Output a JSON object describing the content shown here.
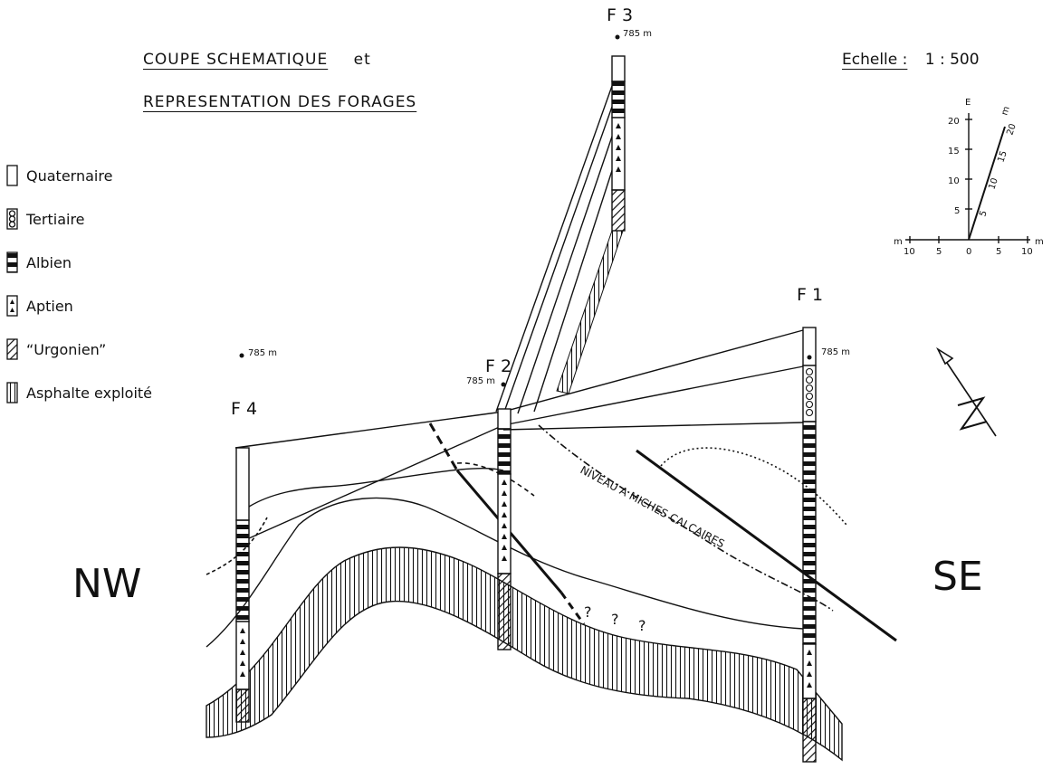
{
  "title": {
    "line1": "COUPE  SCHEMATIQUE",
    "line1_suffix": "et",
    "line2": "REPRESENTATION  DES  FORAGES"
  },
  "scale": {
    "label": "Echelle :",
    "value": "1 : 500",
    "vertical_unit": "E",
    "horizontal_unit": "m",
    "oblique_unit": "m",
    "vertical_ticks": [
      "20",
      "15",
      "10",
      "5"
    ],
    "horizontal_ticks": [
      "10",
      "5",
      "0",
      "5",
      "10"
    ],
    "oblique_ticks": [
      "5",
      "10",
      "15",
      "20"
    ]
  },
  "legend": [
    {
      "pattern": "quaternaire",
      "label": "Quaternaire"
    },
    {
      "pattern": "tertiaire",
      "label": "Tertiaire"
    },
    {
      "pattern": "albien",
      "label": "Albien"
    },
    {
      "pattern": "aptien",
      "label": "Aptien"
    },
    {
      "pattern": "urgonien",
      "label": "“Urgonien”"
    },
    {
      "pattern": "asphalte",
      "label": "Asphalte exploité"
    }
  ],
  "boreholes": {
    "f1": {
      "name": "F 1",
      "elevation": "785 m"
    },
    "f2": {
      "name": "F 2",
      "elevation": "785 m"
    },
    "f3": {
      "name": "F 3",
      "elevation": "785 m"
    },
    "f4": {
      "name": "F 4",
      "elevation": "785 m"
    }
  },
  "directions": {
    "left": "NW",
    "right": "SE"
  },
  "annotations": {
    "niveau": "NIVEAU  A  MICHES  CALCAIRES",
    "unknown": [
      "?",
      "?",
      "?"
    ]
  }
}
